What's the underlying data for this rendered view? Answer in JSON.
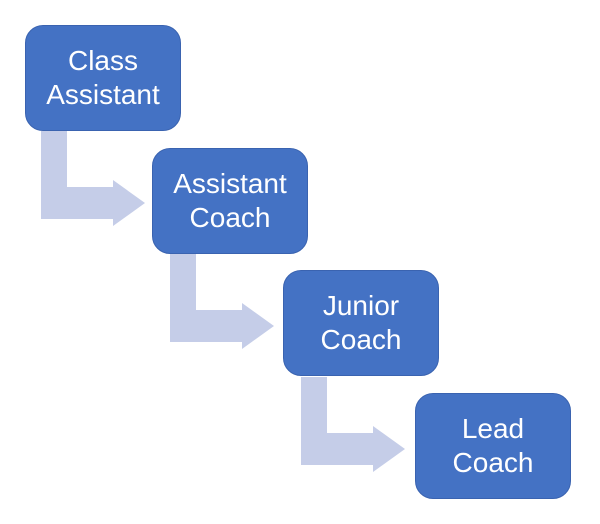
{
  "diagram": {
    "type": "step-progression",
    "direction": "top-left-to-bottom-right",
    "steps": [
      {
        "label": "Class Assistant",
        "line1": "Class",
        "line2": "Assistant"
      },
      {
        "label": "Assistant Coach",
        "line1": "Assistant",
        "line2": "Coach"
      },
      {
        "label": "Junior Coach",
        "line1": "Junior",
        "line2": "Coach"
      },
      {
        "label": "Lead Coach",
        "line1": "Lead",
        "line2": "Coach"
      }
    ],
    "connectors": [
      {
        "from": "Class Assistant",
        "to": "Assistant Coach",
        "shape": "bent-elbow-arrow"
      },
      {
        "from": "Assistant Coach",
        "to": "Junior Coach",
        "shape": "bent-elbow-arrow"
      },
      {
        "from": "Junior Coach",
        "to": "Lead Coach",
        "shape": "bent-elbow-arrow"
      }
    ],
    "colors": {
      "node_fill": "#4472C4",
      "node_border": "#3A63B0",
      "node_text": "#FFFFFF",
      "arrow_fill": "#C5CDE8",
      "background": "#FFFFFF"
    }
  }
}
